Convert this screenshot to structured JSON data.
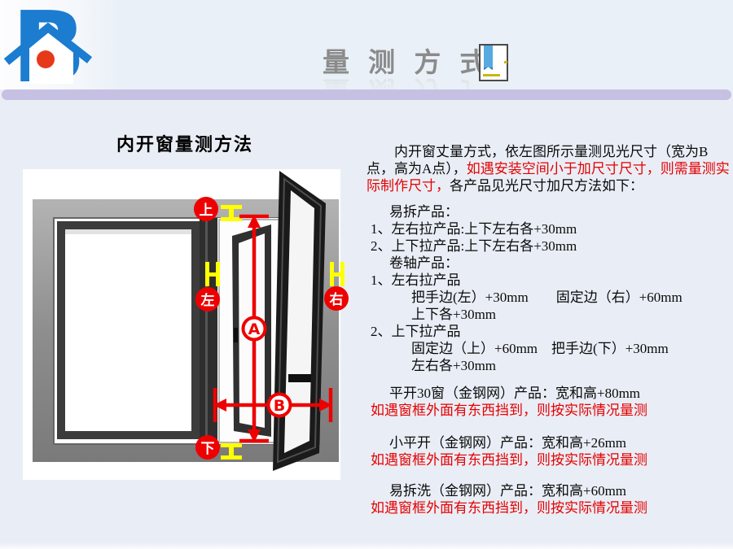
{
  "header": {
    "title": "量 测 方 式",
    "logo_letter": "B"
  },
  "icons": {
    "logo": "company-logo-b-house",
    "title_icon": "book-icon"
  },
  "left_panel": {
    "heading": "内开窗量测方法",
    "diagram": {
      "labels": {
        "top": "上",
        "left": "左",
        "right": "右",
        "bottom": "下",
        "height": "A",
        "width": "B"
      }
    }
  },
  "right_panel": {
    "intro": {
      "part1": "　　内开窗丈量方式，依左图所示量测见光尺寸（宽为B点，高为A点），",
      "part2_red": "如遇安装空间小于加尺寸尺寸，则需量测实际制作尺寸，",
      "part3": "各产品见光尺寸加尺方法如下："
    },
    "easy_remove": {
      "title": "易拆产品：",
      "item1": "1、左右拉产品:上下左右各+30mm",
      "item2": "2、上下拉产品:上下左右各+30mm"
    },
    "roller": {
      "title": "卷轴产品：",
      "item1": "1、左右拉产品",
      "item1_line1": "把手边(左）+30mm　　固定边（右）+60mm",
      "item1_line2": "上下各+30mm",
      "item2": "2、上下拉产品",
      "item2_line1": "固定边（上）+60mm　把手边(下）+30mm",
      "item2_line2": "左右各+30mm"
    },
    "casement30": {
      "line1": "平开30窗（金钢网）产品：宽和高+80mm",
      "line2_red": "如遇窗框外面有东西挡到，则按实际情况量测"
    },
    "small_casement": {
      "line1": "小平开（金钢网）产品：宽和高+26mm",
      "line2_red": "如遇窗框外面有东西挡到，则按实际情况量测"
    },
    "easy_wash": {
      "line1": "易拆洗（金钢网）产品：宽和高+60mm",
      "line2_red": "如遇窗框外面有东西挡到，则按实际情况量测"
    }
  },
  "colors": {
    "background": "#e9eef6",
    "divider_purple": "#c6c1e3",
    "title_gray": "#8b8b8b",
    "text_red": "#e60000",
    "annotation_red": "#ee0000",
    "annotation_yellow": "#ffff00",
    "logo_blue": "#1b7cd0",
    "logo_dot_red": "#e6391a",
    "book_bar_blue": "#56aadf",
    "book_line_yellow": "#c9b70a"
  }
}
